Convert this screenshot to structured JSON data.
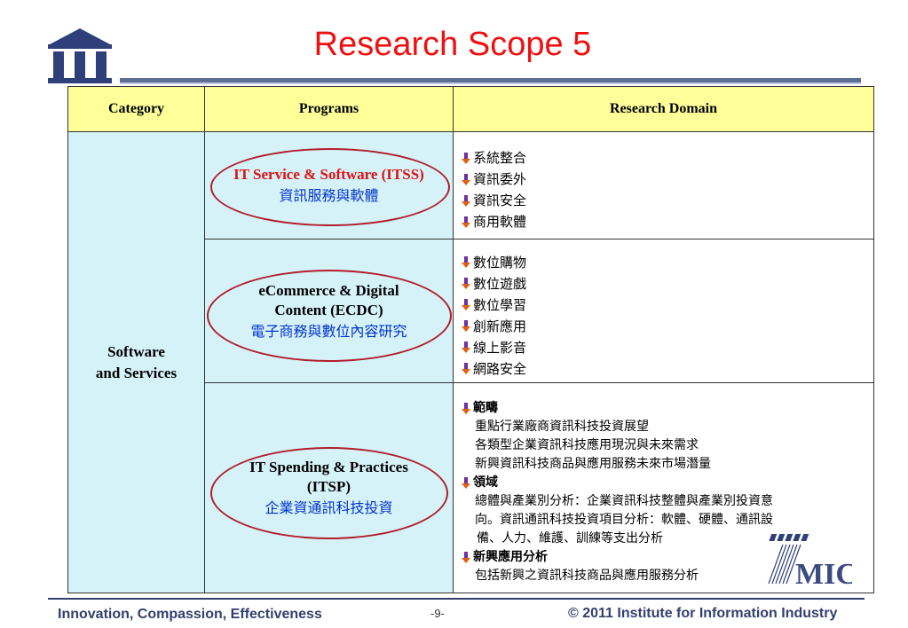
{
  "slide": {
    "title": "Research Scope 5",
    "columns": [
      "Category",
      "Programs",
      "Research Domain"
    ],
    "category": [
      "Software",
      "and Services"
    ],
    "programs": [
      {
        "name_lines": [
          "IT Service & Software (ITSS)"
        ],
        "zh": "資訊服務與軟體",
        "domains": [
          "系統整合",
          "資訊委外",
          "資訊安全",
          "商用軟體"
        ]
      },
      {
        "name_lines": [
          "eCommerce & Digital",
          "Content (ECDC)"
        ],
        "zh": "電子商務與數位內容研究",
        "domains": [
          "數位購物",
          "數位遊戲",
          "數位學習",
          "創新應用",
          "線上影音",
          "網路安全"
        ]
      },
      {
        "name_lines": [
          "IT Spending & Practices",
          "(ITSP)"
        ],
        "zh": "企業資通訊科技投資",
        "sections": [
          {
            "head": "範疇",
            "lines": [
              "重點行業廠商資訊科技投資展望",
              "各類型企業資訊科技應用現況與未來需求",
              "新興資訊科技商品與應用服務未來市場潛量"
            ]
          },
          {
            "head": "領域",
            "lines": [
              "總體與產業別分析：企業資訊科技整體與產業別投資意",
              "向。資訊通訊科技投資項目分析：軟體、硬體、通訊設",
              " 備、人力、維護、訓練等支出分析"
            ]
          },
          {
            "head": "新興應用分析",
            "lines": [
              "包括新興之資訊科技商品與應用服務分析"
            ]
          }
        ]
      }
    ]
  },
  "logos": {
    "mic_text": "MIC"
  },
  "footer": {
    "left": "Innovation, Compassion, Effectiveness",
    "page": "-9-",
    "right": "© 2011 Institute for Information Industry"
  },
  "colors": {
    "title": "#ee1111",
    "header_bg": "#ffff99",
    "cell_bg": "#d6f2f9",
    "oval": "#b11d2a",
    "zh_text": "#0033cc",
    "footer": "#333f6e"
  }
}
